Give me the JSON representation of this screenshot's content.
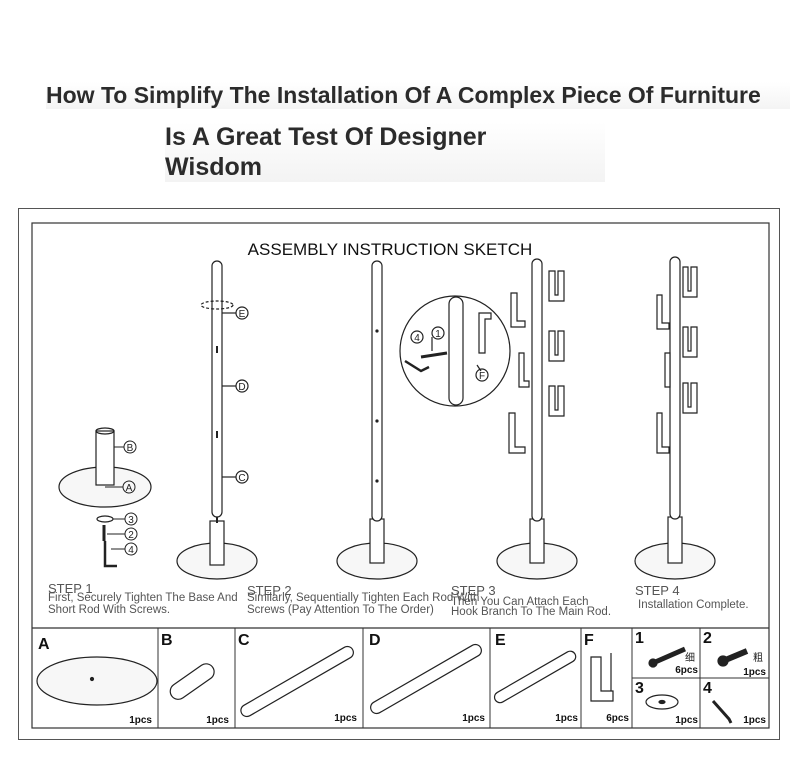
{
  "header": {
    "line1": "How To Simplify The Installation Of A Complex Piece Of Furniture",
    "line2a": "Is A Great Test Of Designer",
    "line2b": "Wisdom"
  },
  "sketch": {
    "title": "ASSEMBLY INSTRUCTION SKETCH",
    "steps": [
      {
        "label": "STEP 1",
        "text_1": "First, Securely Tighten The Base And",
        "text_2": "Short Rod With Screws."
      },
      {
        "label": "STEP 2",
        "text_1": "Similarly, Sequentially Tighten Each Rod With",
        "text_2": "Screws (Pay Attention To The Order)"
      },
      {
        "label": "STEP 3",
        "text_1": "Then You Can Attach Each",
        "text_2": "Hook Branch To The Main Rod."
      },
      {
        "label": "STEP 4",
        "text_1": "Installation Complete."
      }
    ],
    "callouts": {
      "a": "A",
      "b": "B",
      "c": "C",
      "d": "D",
      "e": "E",
      "f": "F",
      "n1": "1",
      "n2": "2",
      "n3": "3",
      "n4": "4"
    }
  },
  "parts": [
    {
      "id": "A",
      "qty": "1pcs"
    },
    {
      "id": "B",
      "qty": "1pcs"
    },
    {
      "id": "C",
      "qty": "1pcs"
    },
    {
      "id": "D",
      "qty": "1pcs"
    },
    {
      "id": "E",
      "qty": "1pcs"
    },
    {
      "id": "F",
      "qty": "6pcs"
    },
    {
      "id": "1",
      "qty": "6pcs",
      "note": "细"
    },
    {
      "id": "2",
      "qty": "1pcs",
      "note": "粗"
    },
    {
      "id": "3",
      "qty": "1pcs"
    },
    {
      "id": "4",
      "qty": "1pcs"
    }
  ]
}
